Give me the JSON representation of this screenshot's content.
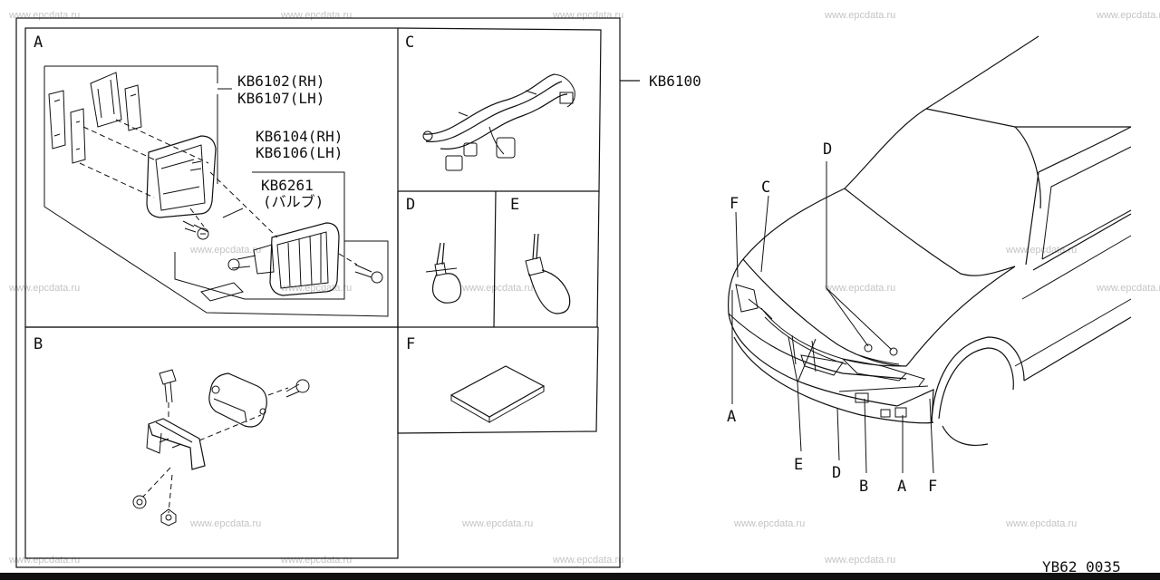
{
  "watermark": "www.epcdata.ru",
  "diagram_code": "YB62 0035",
  "kit_part": "KB6100",
  "panels": {
    "A": {
      "letter": "A",
      "lamp_rh": "KB6102(RH)",
      "lamp_lh": "KB6107(LH)",
      "unit_rh": "KB6104(RH)",
      "unit_lh": "KB6106(LH)",
      "bulb_part": "KB6261",
      "bulb_note": "(バルブ)"
    },
    "B": {
      "letter": "B"
    },
    "C": {
      "letter": "C"
    },
    "D": {
      "letter": "D"
    },
    "E": {
      "letter": "E"
    },
    "F": {
      "letter": "F"
    }
  },
  "car_callouts": {
    "F_top": "F",
    "C_top": "C",
    "D_top": "D",
    "A_left": "A",
    "E_bottom": "E",
    "D_bottom": "D",
    "B_bottom": "B",
    "A_bottom": "A",
    "F_bottom": "F"
  },
  "icons": [
    "bracket-icon",
    "fog-lamp-icon",
    "bolt-icon",
    "wire-harness-icon",
    "cable-tie-icon",
    "pad-icon",
    "nut-icon",
    "car-front-icon"
  ]
}
